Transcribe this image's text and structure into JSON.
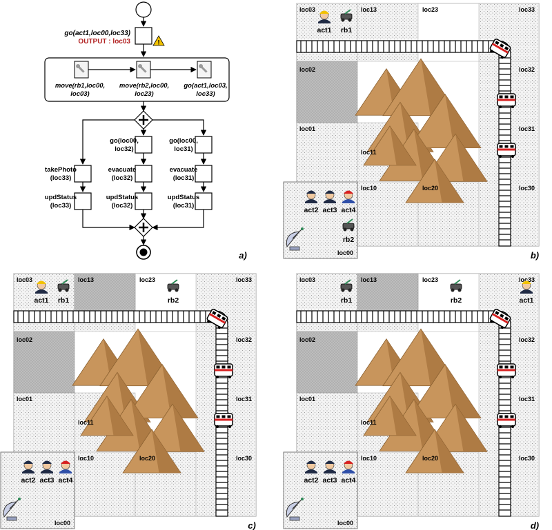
{
  "colors": {
    "output": "#b22222",
    "warning": "#f2c200",
    "tile_gray": "#bdbdbd",
    "tile_light": "#f3f3f3",
    "mountain": "#c8955c",
    "robot": "#2e8b57",
    "stripe": "#d72020"
  },
  "workflow": {
    "actions": {
      "go_main": "go(act1,loc00,loc33)",
      "output": "OUTPUT : loc03",
      "move1": [
        "move(rb1,loc00,",
        "loc03)"
      ],
      "move2": [
        "move(rb2,loc00,",
        "loc23)"
      ],
      "go_act1": [
        "go(act1,loc03,",
        "loc33)"
      ],
      "go_loc32": [
        "go(loc00,",
        "loc32)"
      ],
      "go_loc31": [
        "go(loc00,",
        "loc31)"
      ],
      "take_photo": [
        "takePhoto",
        "(loc33)"
      ],
      "evacuate32": [
        "evacuate",
        "(loc32)"
      ],
      "evacuate31": [
        "evacuate",
        "(loc31)"
      ],
      "upd33": [
        "updStatus",
        "(loc33)"
      ],
      "upd32": [
        "updStatus",
        "(loc32)"
      ],
      "upd31": [
        "updStatus",
        "(loc31)"
      ]
    }
  },
  "panel_labels": [
    "a)",
    "b)",
    "c)",
    "d)"
  ],
  "locations": {
    "top_row": [
      "loc03",
      "loc13",
      "loc23",
      "loc33"
    ],
    "left_col": [
      "loc02",
      "loc01"
    ],
    "right_col": [
      "loc32",
      "loc31",
      "loc30"
    ],
    "loc11": "loc11",
    "bottom_row": [
      "loc10",
      "loc20"
    ],
    "corner": "loc00"
  },
  "maps": [
    {
      "panel": "b)",
      "actors": [
        {
          "id": "act1",
          "icon": "firefighter-icon",
          "cell": "loc03"
        },
        {
          "id": "rb1",
          "icon": "robot-icon",
          "cell": "loc03"
        },
        {
          "id": "act2",
          "icon": "police-icon",
          "cell": "loc00"
        },
        {
          "id": "act3",
          "icon": "police-icon",
          "cell": "loc00"
        },
        {
          "id": "act4",
          "icon": "worker-icon",
          "cell": "loc00"
        },
        {
          "id": "rb2",
          "icon": "robot-icon",
          "cell": "loc00"
        }
      ]
    },
    {
      "panel": "c)",
      "actors": [
        {
          "id": "act1",
          "icon": "firefighter-icon",
          "cell": "loc03"
        },
        {
          "id": "rb1",
          "icon": "robot-icon",
          "cell": "loc03"
        },
        {
          "id": "rb2",
          "icon": "robot-icon",
          "cell": "loc23"
        },
        {
          "id": "act2",
          "icon": "police-icon",
          "cell": "loc00"
        },
        {
          "id": "act3",
          "icon": "police-icon",
          "cell": "loc00"
        },
        {
          "id": "act4",
          "icon": "worker-icon",
          "cell": "loc00"
        }
      ]
    },
    {
      "panel": "d)",
      "actors": [
        {
          "id": "rb1",
          "icon": "robot-icon",
          "cell": "loc03"
        },
        {
          "id": "rb2",
          "icon": "robot-icon",
          "cell": "loc23"
        },
        {
          "id": "act1",
          "icon": "firefighter-icon",
          "cell": "loc33"
        },
        {
          "id": "act2",
          "icon": "police-icon",
          "cell": "loc00"
        },
        {
          "id": "act3",
          "icon": "police-icon",
          "cell": "loc00"
        },
        {
          "id": "act4",
          "icon": "worker-icon",
          "cell": "loc00"
        }
      ]
    }
  ]
}
